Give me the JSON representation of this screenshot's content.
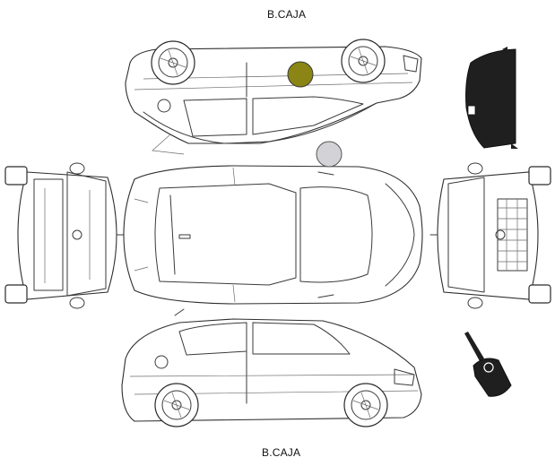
{
  "labels": {
    "top": "B.CAJA",
    "bottom": "B.CAJA"
  },
  "markers": [
    {
      "name": "olive-damage-marker",
      "color": "#8a8514"
    },
    {
      "name": "grey-damage-marker",
      "color": "#d3d3d7"
    }
  ],
  "icons": [
    "trunk-cover-icon",
    "car-key-icon"
  ],
  "colors": {
    "line": "#2e2e2e",
    "background": "#ffffff"
  }
}
